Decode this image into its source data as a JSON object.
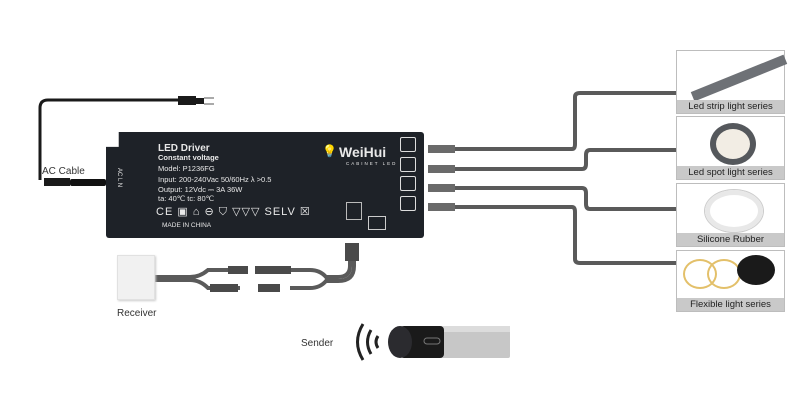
{
  "labels": {
    "ac_cable": "AC Cable",
    "receiver": "Receiver",
    "sender": "Sender"
  },
  "driver": {
    "title": "LED Driver",
    "subtitle": "Constant voltage",
    "model": "Model: P1236FG",
    "input": "Input: 200-240Vac  50/60Hz   λ >0.5",
    "output": "Output: 12Vdc ⎓ 3A   36W",
    "temps": "ta: 40℃   tc: 80℃",
    "symbols": "CE ▣ ⌂ ⊖ ⛉ ▽▽▽ SELV ☒",
    "made_in": "MADE IN CHINA",
    "brand": "WeiHui",
    "brand_sub": "CABINET LED",
    "ac_side_text": "AC  L  N",
    "port_count": 4,
    "body_color": "#1e2228"
  },
  "products": [
    {
      "caption": "Led strip light series"
    },
    {
      "caption": "Led spot light series"
    },
    {
      "caption": "Silicone Rubber"
    },
    {
      "caption": "Flexible light series"
    }
  ],
  "colors": {
    "wire": "#555555",
    "caption_bg": "#c9c9c9",
    "background": "#ffffff"
  }
}
